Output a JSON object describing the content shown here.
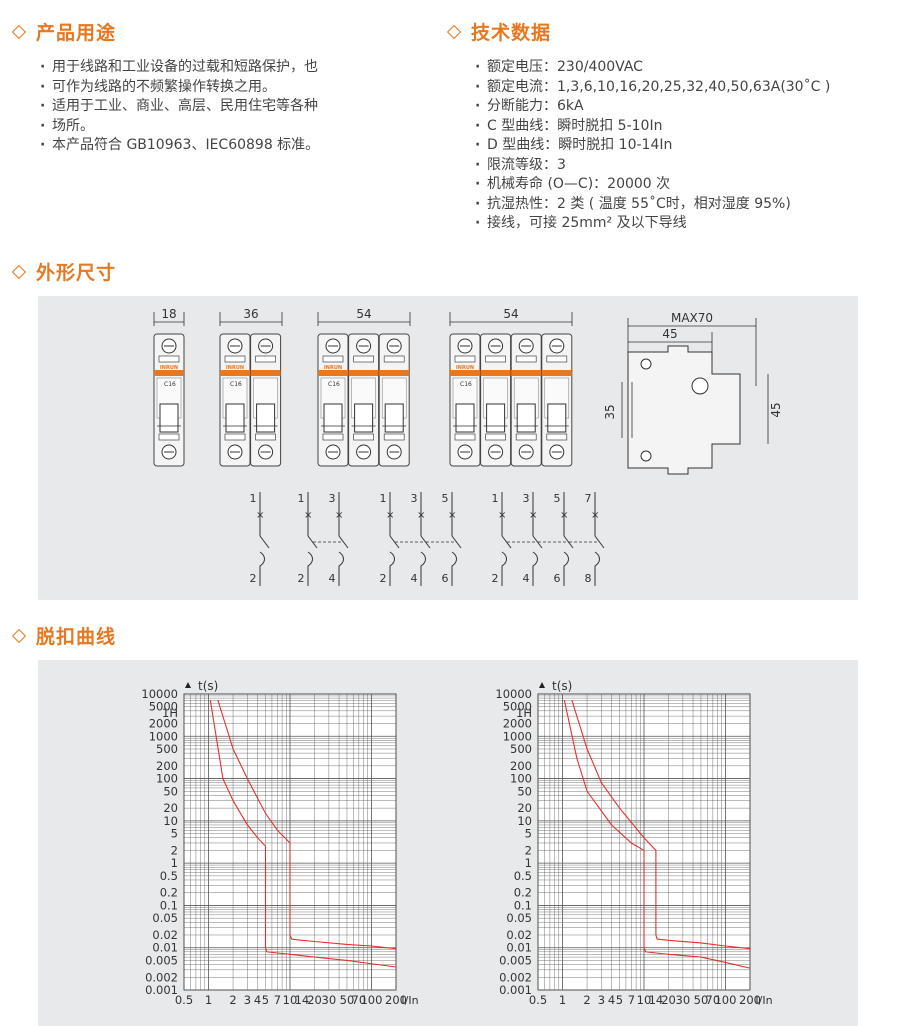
{
  "sections": {
    "usage_title": "产品用途",
    "tech_title": "技术数据",
    "dimension_title": "外形尺寸",
    "curve_title": "脱扣曲线"
  },
  "usage_items": [
    "用于线路和工业设备的过载和短路保护，也",
    "可作为线路的不频繁操作转换之用。",
    "适用于工业、商业、高层、民用住宅等各种",
    "场所。",
    "本产品符合 GB10963、IEC60898 标准。"
  ],
  "tech_items": [
    "额定电压：230/400VAC",
    "额定电流：1,3,6,10,16,20,25,32,40,50,63A(30˚C )",
    "分断能力：6kA",
    "C 型曲线：瞬时脱扣 5-10In",
    "D 型曲线：瞬时脱扣 10-14In",
    "限流等级：3",
    "机械寿命 (O—C)：20000 次",
    "抗湿热性：2 类 ( 温度 55˚C时，相对湿度 95%)",
    "接线，可接 25mm² 及以下导线"
  ],
  "dimensions": {
    "widths": [
      "18",
      "36",
      "54",
      "54"
    ],
    "side_max": "MAX70",
    "side_45_top": "45",
    "side_35": "35",
    "side_45_right": "45",
    "brand": "INRUN",
    "rating": "C16"
  },
  "wiring": {
    "pole1": {
      "top": [
        "1"
      ],
      "bottom": [
        "2"
      ]
    },
    "pole2": {
      "top": [
        "1",
        "3"
      ],
      "bottom": [
        "2",
        "4"
      ]
    },
    "pole3": {
      "top": [
        "1",
        "3",
        "5"
      ],
      "bottom": [
        "2",
        "4",
        "6"
      ]
    },
    "pole4": {
      "top": [
        "1",
        "3",
        "5",
        "7"
      ],
      "bottom": [
        "2",
        "4",
        "6",
        "8"
      ]
    }
  },
  "chart_data": [
    {
      "type": "line",
      "curve": "C",
      "ylabel": "t(s)",
      "xlabel": "I/In",
      "x_scale": "log",
      "y_scale": "log",
      "ytick_labels": [
        "10000",
        "5000",
        "1H",
        "2000",
        "1000",
        "500",
        "200",
        "100",
        "50",
        "20",
        "10",
        "5",
        "2",
        "1",
        "0.5",
        "0.2",
        "0.1",
        "0.05",
        "0.02",
        "0.01",
        "0.005",
        "0.002",
        "0.001"
      ],
      "xtick_labels": [
        "0.5",
        "1",
        "2",
        "3",
        "4",
        "5",
        "7",
        "10",
        "14",
        "20",
        "30",
        "50",
        "70",
        "100",
        "200"
      ],
      "series": [
        {
          "x": [
            1.05,
            1.5,
            2,
            3,
            4,
            5,
            5,
            5.2,
            7,
            10,
            20,
            50,
            200
          ],
          "y": [
            7200,
            100,
            30,
            8,
            4,
            2.5,
            0.01,
            0.008,
            0.0075,
            0.007,
            0.006,
            0.005,
            0.0035
          ]
        },
        {
          "x": [
            1.3,
            2,
            3,
            5,
            7,
            10,
            10,
            10.5,
            14,
            20,
            50,
            100,
            200
          ],
          "y": [
            7200,
            500,
            100,
            15,
            6,
            3,
            0.02,
            0.016,
            0.015,
            0.014,
            0.012,
            0.011,
            0.0095
          ]
        }
      ]
    },
    {
      "type": "line",
      "curve": "D",
      "ylabel": "t(s)",
      "xlabel": "I/In",
      "x_scale": "log",
      "y_scale": "log",
      "ytick_labels": [
        "10000",
        "5000",
        "1H",
        "2000",
        "1000",
        "500",
        "200",
        "100",
        "50",
        "20",
        "10",
        "5",
        "2",
        "1",
        "0.5",
        "0.2",
        "0.1",
        "0.05",
        "0.02",
        "0.01",
        "0.005",
        "0.002",
        "0.001"
      ],
      "xtick_labels": [
        "0.5",
        "1",
        "2",
        "3",
        "4",
        "5",
        "7",
        "10",
        "14",
        "20",
        "30",
        "50",
        "70",
        "100",
        "200"
      ],
      "series": [
        {
          "x": [
            1.05,
            1.5,
            2,
            4,
            7,
            10,
            10,
            10.5,
            14,
            20,
            50,
            100,
            200
          ],
          "y": [
            7200,
            300,
            50,
            8,
            3,
            2,
            0.01,
            0.008,
            0.0075,
            0.007,
            0.006,
            0.0045,
            0.0033
          ]
        },
        {
          "x": [
            1.3,
            2,
            3,
            5,
            10,
            14,
            14,
            14.5,
            20,
            50,
            100,
            200
          ],
          "y": [
            7200,
            500,
            80,
            20,
            4,
            2,
            0.02,
            0.016,
            0.015,
            0.013,
            0.011,
            0.0095
          ]
        }
      ]
    }
  ],
  "colors": {
    "accent": "#e8781f",
    "curve": "#e8302a",
    "panel": "#e7e9eb",
    "grid": "#333333"
  }
}
